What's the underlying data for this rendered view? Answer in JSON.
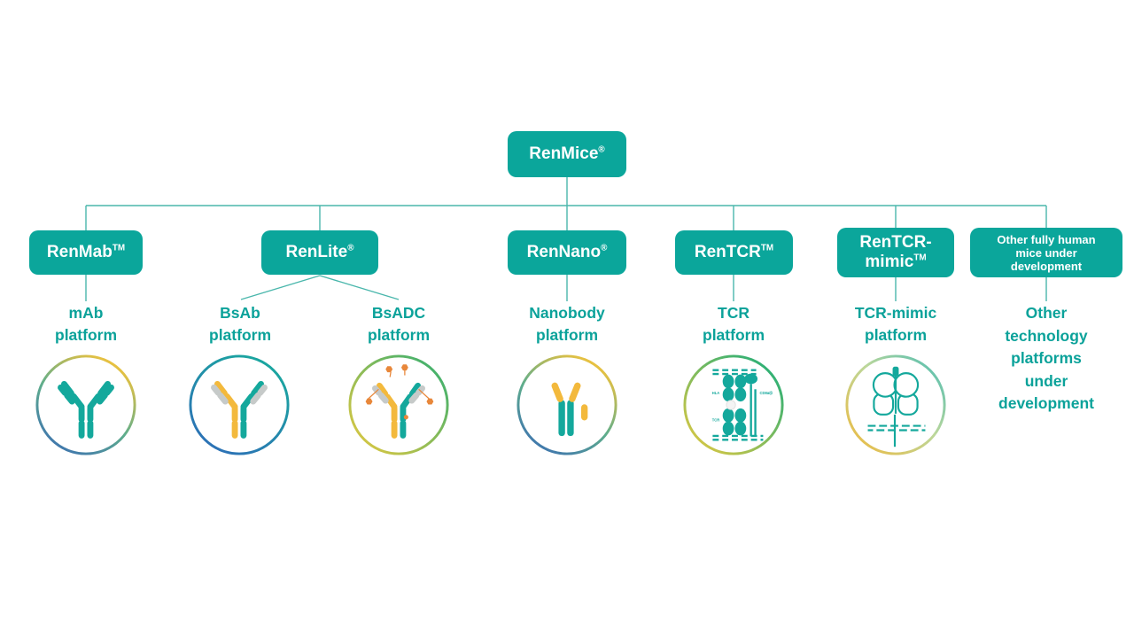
{
  "colors": {
    "teal": "#0ba69b",
    "teal-text": "#0ba29a",
    "line": "#4ab7ac",
    "icon-teal": "#14a89c",
    "yellow": "#f3b93c",
    "gray": "#c6cac9",
    "orange": "#e8873a",
    "ring-blue": "#3a6cb4",
    "ring-yellow": "#eec23d",
    "ring-green": "#2fae72",
    "ring-teal": "#19a99e"
  },
  "root": {
    "name": "RenMice",
    "mark": "®"
  },
  "branches": [
    {
      "box": {
        "name": "RenMab",
        "mark": "TM"
      }
    },
    {
      "box": {
        "name": "RenLite",
        "mark": "®"
      }
    },
    {
      "box": {
        "name": "RenNano",
        "mark": "®"
      }
    },
    {
      "box": {
        "name": "RenTCR",
        "mark": "TM"
      }
    },
    {
      "box": {
        "name": "RenTCR-mimic",
        "mark": "TM"
      }
    },
    {
      "box": {
        "name": "Other fully human mice under development",
        "mark": ""
      }
    }
  ],
  "platforms": [
    {
      "lines": [
        "mAb",
        "platform"
      ],
      "icon": "mab-antibody-icon"
    },
    {
      "lines": [
        "BsAb",
        "platform"
      ],
      "icon": "bsab-antibody-icon"
    },
    {
      "lines": [
        "BsADC",
        "platform"
      ],
      "icon": "bsadc-antibody-icon"
    },
    {
      "lines": [
        "Nanobody",
        "platform"
      ],
      "icon": "nanobody-icon"
    },
    {
      "lines": [
        "TCR",
        "platform"
      ],
      "icon": "tcr-complex-icon"
    },
    {
      "lines": [
        "TCR-mimic",
        "platform"
      ],
      "icon": "tcr-mimic-icon"
    },
    {
      "lines": [
        "Other",
        "technology",
        "platforms",
        "under",
        "development"
      ],
      "icon": null
    }
  ],
  "tcr_icon_labels": {
    "top_left": "HLA",
    "bottom_left": "TCR",
    "right": "CD8α/β"
  }
}
